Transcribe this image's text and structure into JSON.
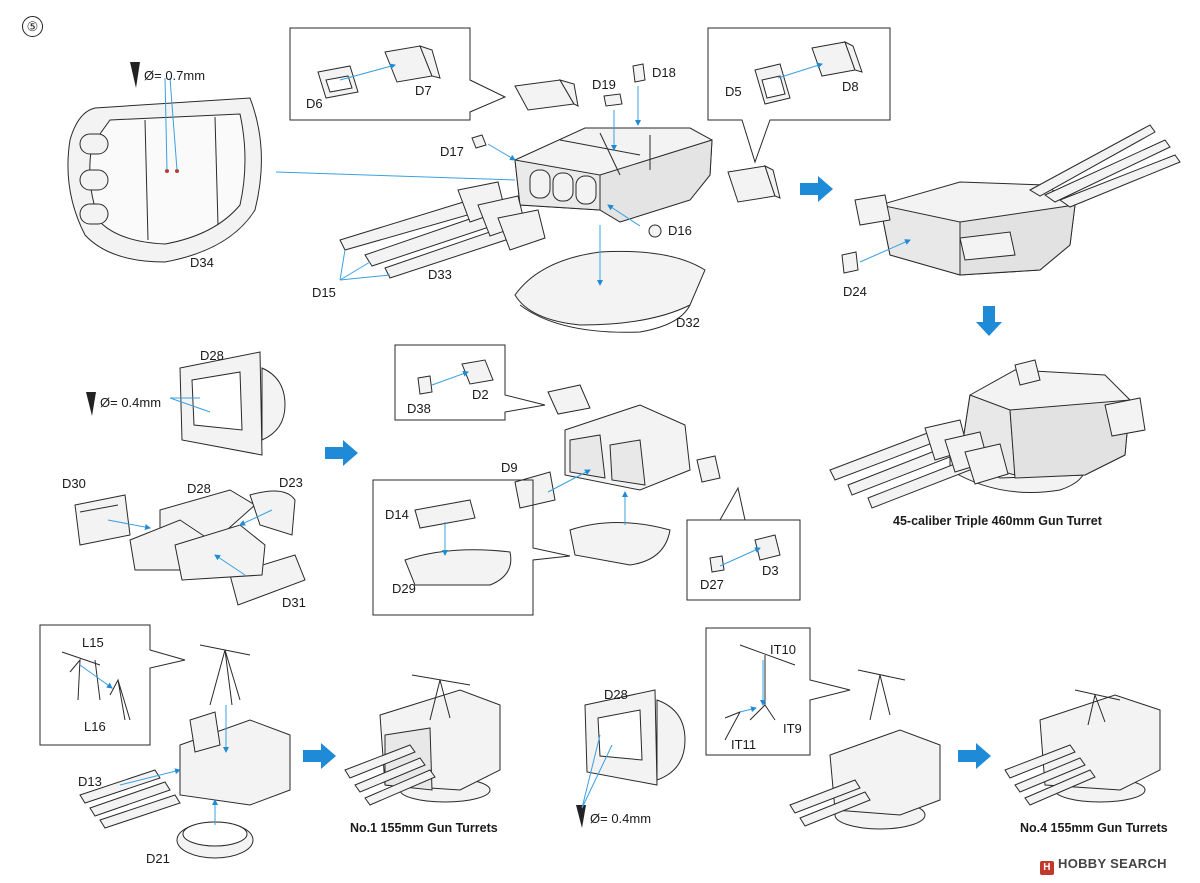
{
  "step_number": "⑤",
  "drill_notes": {
    "top": "Ø= 0.7mm",
    "mid_left": "Ø= 0.4mm",
    "bottom_mid": "Ø= 0.4mm"
  },
  "part_labels": {
    "D34": "D34",
    "D6": "D6",
    "D7": "D7",
    "D19": "D19",
    "D18": "D18",
    "D17": "D17",
    "D16": "D16",
    "D15": "D15",
    "D33": "D33",
    "D32": "D32",
    "D5": "D5",
    "D8": "D8",
    "D24": "D24",
    "D28a": "D28",
    "D30": "D30",
    "D28b": "D28",
    "D23": "D23",
    "D31": "D31",
    "D38": "D38",
    "D2": "D2",
    "D9": "D9",
    "D14": "D14",
    "D29": "D29",
    "D27": "D27",
    "D3": "D3",
    "L15": "L15",
    "L16": "L16",
    "D13": "D13",
    "D21": "D21",
    "D28c": "D28",
    "IT10": "IT10",
    "IT9": "IT9",
    "IT11": "IT11"
  },
  "captions": {
    "main_turret": "45-caliber Triple 460mm Gun Turret",
    "no1": "No.1 155mm Gun Turrets",
    "no4": "No.4 155mm Gun Turrets"
  },
  "watermark": "HOBBY SEARCH",
  "colors": {
    "arrow": "#1f8ad6",
    "line": "#2a2a2a",
    "leader": "#3aa0e0",
    "fill": "#f3f3f3"
  }
}
